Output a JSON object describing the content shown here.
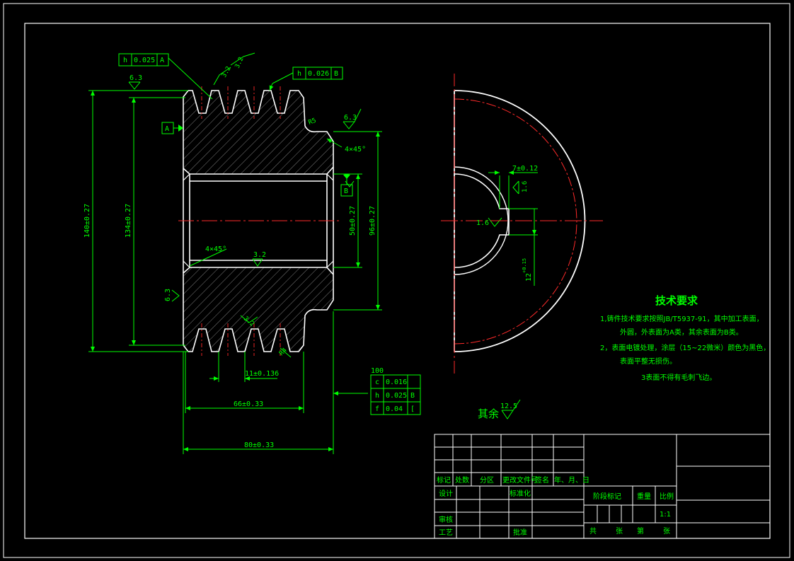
{
  "colors": {
    "background": "#000000",
    "outline": "#ffffff",
    "dimension": "#00ff00",
    "hatch": "#8a8a8a",
    "centerline": "#ff2a2a",
    "annotation": "#e8e870",
    "notes": "#00ff00"
  },
  "left_view": {
    "dims": {
      "d140": "140±0.27",
      "d134": "134±0.27",
      "d50": "50±0.27",
      "d96": "96±0.27",
      "w11": "11±0.136",
      "w66": "66±0.33",
      "w80": "80±0.33"
    },
    "chamfer_top": "4×45°",
    "chamfer_bore": "4×45°",
    "radius_label": "R5",
    "radius_label_2": "R4",
    "rough_top_left": "6.3",
    "rough_top_groove": "3.2",
    "rough_top_groove_2": "3.2",
    "rough_right": "6.3",
    "rough_bore": "3.2",
    "rough_left": "6.3",
    "rough_bottom_groove": "3.2",
    "datum_a": "A",
    "datum_b": "B",
    "tol_frame_1": {
      "symbol": "h",
      "value": "0.025",
      "datum": "A"
    },
    "tol_frame_2": {
      "symbol": "h",
      "value": "0.026",
      "datum": "B"
    },
    "tol_table": {
      "header": "100",
      "rows": [
        {
          "symbol": "c",
          "value": "0.016",
          "datum": ""
        },
        {
          "symbol": "h",
          "value": "0.025",
          "datum": "B"
        },
        {
          "symbol": "f",
          "value": "0.04",
          "datum": "["
        }
      ]
    }
  },
  "right_view": {
    "keyway_width": "7±0.12",
    "rough_1": "1.6",
    "rough_2": "1.6",
    "depth": "12",
    "depth_tol": "+0.15"
  },
  "notes": {
    "title": "技术要求",
    "lines": [
      "1,铸件技术要求按照JB/T5937-91，其中加工表面，",
      "外圆，外表面为A类，其余表面为B类。",
      "2，表面电镀处理，涂层（15~22微米）颜色为黑色，",
      "表面平整无损伤。",
      "3表面不得有毛刺飞边。"
    ],
    "rest_label": "其余",
    "rest_roughness": "12.5"
  },
  "title_block": {
    "row_labels": [
      "标记",
      "处数",
      "分区",
      "更改文件号",
      "签名",
      "年、月、日"
    ],
    "design": "设计",
    "standard": "标准化",
    "review": "审核",
    "process": "工艺",
    "approve": "批准",
    "stage_mark": "阶段标记",
    "weight": "重量",
    "scale": "比例",
    "scale_value": "1:1",
    "total": "共",
    "sheet_unit": "张",
    "page": "第",
    "sheet_unit_2": "张"
  }
}
